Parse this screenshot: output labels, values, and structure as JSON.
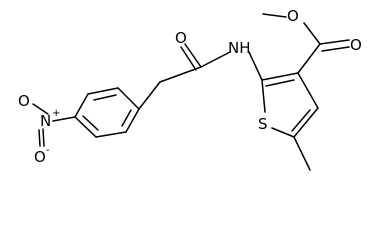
{
  "molecule": {
    "atoms": {
      "nitro_o_top": "O",
      "nitro_n": "N",
      "nitro_n_charge": "+",
      "nitro_o_bottom": "O",
      "nitro_o_bottom_charge": "-",
      "amide_o": "O",
      "amide_nh": "NH",
      "ester_o_carbonyl": "O",
      "ester_o_single": "O",
      "thiophene_s": "S"
    }
  },
  "colors": {
    "bond": "#000000",
    "background": "#ffffff"
  }
}
